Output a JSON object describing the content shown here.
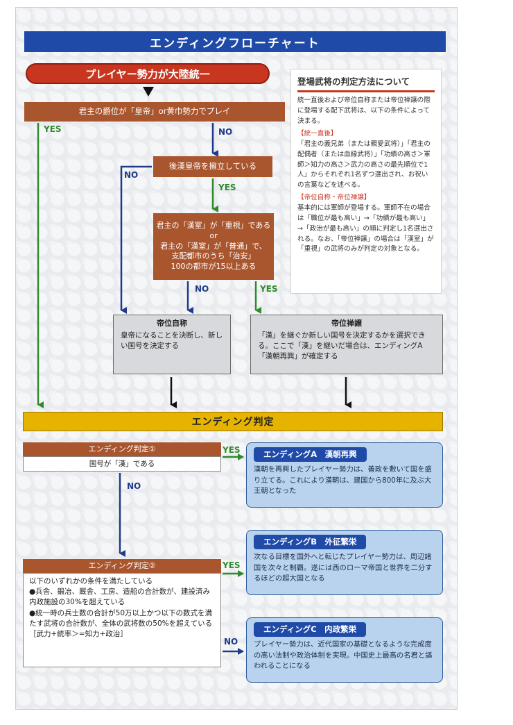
{
  "title": "エンディングフローチャート",
  "start": "プレイヤー勢力が大陸統一",
  "q1": "君主の爵位が「皇帝」or黄巾勢力でプレイ",
  "q2": "後漢皇帝を擁立している",
  "q3": {
    "line1": "君主の「漢室」が「重視」である",
    "line2": "or",
    "line3": "君主の「漢室」が「普通」で、",
    "line4": "支配都市のうち「治安」",
    "line5": "100の都市が15以上ある"
  },
  "box_jii": {
    "title": "帝位自称",
    "text": "皇帝になることを決断し、新しい国号を決定する"
  },
  "box_zenjo": {
    "title": "帝位禅譲",
    "text": "「漢」を継ぐか新しい国号を決定するかを選択できる。ここで「漢」を継いだ場合は、エンディングA「漢朝再興」が確定する"
  },
  "labels": {
    "yes": "YES",
    "no": "NO"
  },
  "info": {
    "heading": "登場武将の判定方法について",
    "intro": "統一直後および帝位自称または帝位禅譲の際に登場する配下武将は、以下の条件によって決まる。",
    "sec1": "【統一直後】",
    "sec1_text": "「君主の義兄弟（または親愛武将）」「君主の配偶者（または血縁武将）」「功績の高さ＞軍師＞知力の高さ＞武力の高さの最先順位で1人」からそれぞれ1名ずつ選出され、お祝いの言葉などを述べる。",
    "sec2": "【帝位自称・帝位禅譲】",
    "sec2_text": "基本的には軍師が登場する。軍師不在の場合は「職位が最も高い」→「功績が最も高い」→「政治が最も高い」の順に判定し1名選出される。なお、「帝位禅譲」の場合は「漢室」が「重視」の武将のみが判定の対象となる。"
  },
  "judge_bar": "エンディング判定",
  "judge1": {
    "head": "エンディング判定①",
    "text": "国号が「漢」である"
  },
  "judge2": {
    "head": "エンディング判定②",
    "intro": "以下のいずれかの条件を満たしている",
    "c1": "●兵舎、鍛冶、厩舎、工房、造船の合計数が、建設済み内政施設の30%を超えている",
    "c2": "●統一時の兵士数の合計が50万以上かつ以下の数式を満たす武将の合計数が、全体の武将数の50%を超えている",
    "formula": "［武力+統率＞=知力+政治］"
  },
  "ending_a": {
    "head": "エンディングA　漢朝再興",
    "text": "漢朝を再興したプレイヤー勢力は、善政を敷いて国を盛り立てる。これにより漢朝は、建国から800年に及ぶ大王朝となった"
  },
  "ending_b": {
    "head": "エンディングB　外征繁栄",
    "text": "次なる目標を国外へと転じたプレイヤー勢力は、周辺諸国を次々と制覇。遂には西のローマ帝国と世界を二分するほどの超大国となる"
  },
  "ending_c": {
    "head": "エンディングC　内政繁栄",
    "text": "プレイヤー勢力は、近代国家の基礎となるような完成度の高い法制や政治体制を実現。中国史上最高の名君と謳われることになる"
  },
  "colors": {
    "title_blue": "#1f4aa8",
    "start_red": "#c8361f",
    "brown": "#a9562f",
    "gold": "#e6b400",
    "yes_green": "#2e8a2e",
    "no_navy": "#1f3a8a",
    "ending_blue": "#b9d3ee"
  }
}
